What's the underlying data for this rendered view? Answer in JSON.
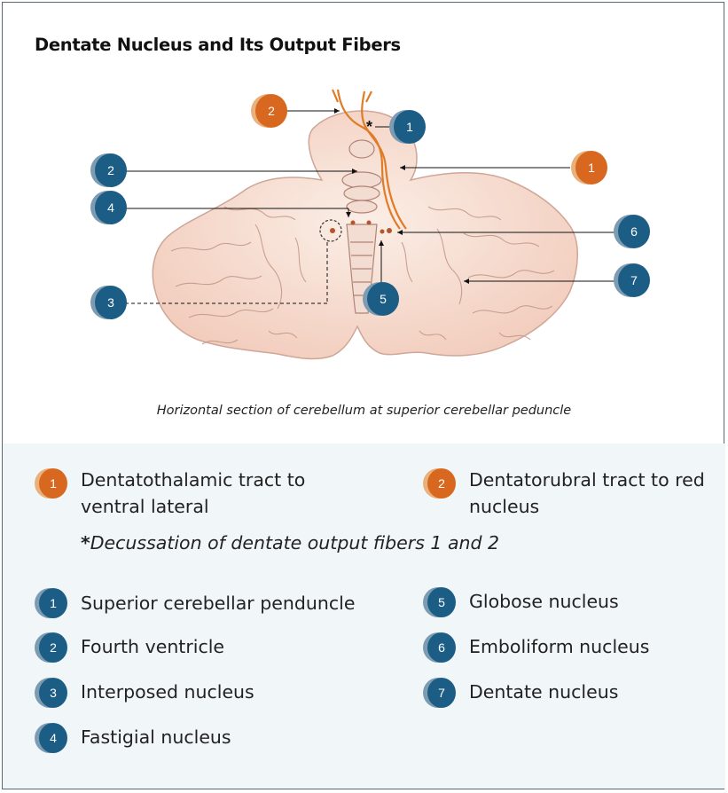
{
  "title": "Dentate Nucleus and Its Output Fibers",
  "caption": "Horizontal section of cerebellum at superior cerebellar peduncle",
  "colors": {
    "orange": "#d8681f",
    "blue": "#1c5d86",
    "tissue": "#f6dccf",
    "legend_bg": "#f1f7f9"
  },
  "figure_markers": {
    "orange": [
      "2",
      "1"
    ],
    "blue": [
      "1",
      "2",
      "4",
      "3",
      "5",
      "6",
      "7"
    ],
    "asterisk": "*"
  },
  "legend": {
    "tracts": [
      {
        "num": "1",
        "text": "Dentatothalamic tract to ventral lateral"
      },
      {
        "num": "2",
        "text": "Dentatorubral tract to red nucleus"
      }
    ],
    "note": {
      "star": "*",
      "text": "Decussation of dentate output fibers 1 and 2"
    },
    "structures_left": [
      {
        "num": "1",
        "text": "Superior cerebellar pendunc le"
      },
      {
        "num": "2",
        "text": "Fourth ventricle"
      },
      {
        "num": "3",
        "text": "Interposed nucleus"
      },
      {
        "num": "4",
        "text": "Fastigial nucleus"
      }
    ],
    "structures_right": [
      {
        "num": "5",
        "text": "Globose nucleus"
      },
      {
        "num": "6",
        "text": "Emboliform nucleus"
      },
      {
        "num": "7",
        "text": "Dentate nucleus"
      }
    ]
  }
}
